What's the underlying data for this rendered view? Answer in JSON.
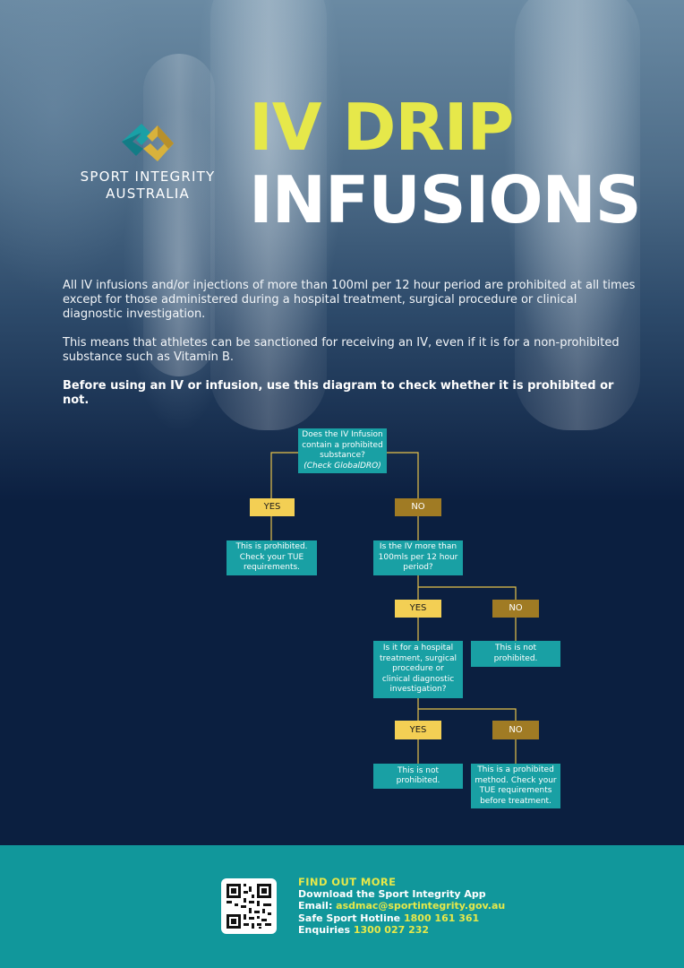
{
  "title": {
    "line1": "IV DRIP",
    "line2": "INFUSIONS"
  },
  "logo": {
    "line1": "SPORT INTEGRITY",
    "line2": "AUSTRALIA"
  },
  "intro": {
    "p1": "All IV infusions and/or injections of more than 100ml per 12 hour period are prohibited at all times except for those administered during a hospital treatment, surgical procedure or clinical diagnostic investigation.",
    "p2": "This means that athletes can be sanctioned for receiving an IV, even if it is for a non-prohibited substance such as Vitamin B.",
    "p3": "Before using an IV or infusion, use this diagram to check whether it is prohibited or not."
  },
  "flowchart": {
    "q1": {
      "line1": "Does the IV Infusion",
      "line2": "contain a prohibited",
      "line3": "substance?",
      "line4": "(Check GlobalDRO)"
    },
    "q1_yes": "YES",
    "q1_no": "NO",
    "r1": {
      "line1": "This is prohibited.",
      "line2": "Check your TUE",
      "line3": "requirements."
    },
    "q2": {
      "line1": "Is the IV more than",
      "line2": "100mls per 12 hour",
      "line3": "period?"
    },
    "q2_yes": "YES",
    "q2_no": "NO",
    "r2": {
      "line1": "This is not",
      "line2": "prohibited."
    },
    "q3": {
      "line1": "Is it for a hospital",
      "line2": "treatment, surgical",
      "line3": "procedure or",
      "line4": "clinical diagnostic",
      "line5": "investigation?"
    },
    "q3_yes": "YES",
    "q3_no": "NO",
    "r3": {
      "line1": "This is not",
      "line2": "prohibited."
    },
    "r4": {
      "line1": "This is a prohibited",
      "line2": "method. Check your",
      "line3": "TUE requirements",
      "line4": "before treatment."
    }
  },
  "footer": {
    "heading": "FIND OUT MORE",
    "app": "Download the Sport Integrity App",
    "email_label": "Email: ",
    "email": "asdmac@sportintegrity.gov.au",
    "hotline_label": "Safe Sport Hotline ",
    "hotline": "1800 161 361",
    "enquiries_label": "Enquiries ",
    "enquiries": "1300 027 232"
  },
  "colors": {
    "accent_yellow": "#e6e84a",
    "teal": "#19a0a4",
    "yes_box": "#f3cf54",
    "no_box": "#a07b24",
    "navy": "#0b1f40",
    "footer_teal": "#11979b"
  },
  "icons": {
    "logo": "sport-integrity-logo-icon",
    "qr": "qr-code-icon"
  }
}
